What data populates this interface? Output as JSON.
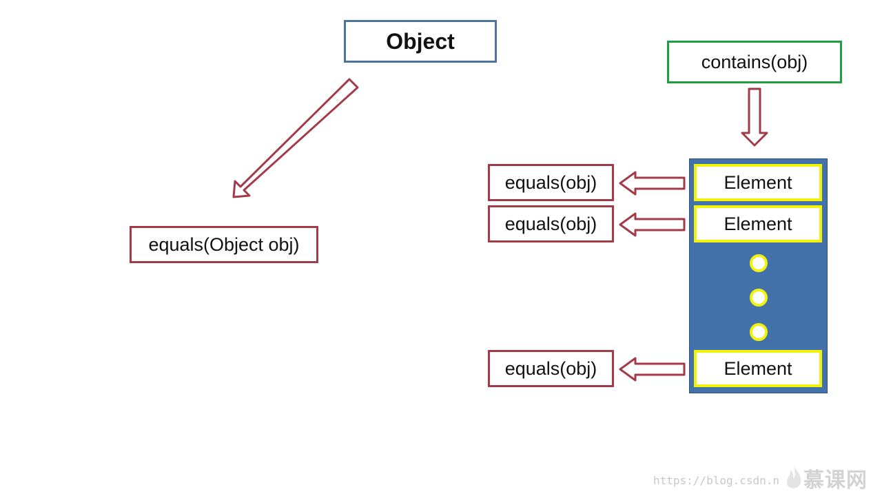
{
  "object_label": "Object",
  "contains_label": "contains(obj)",
  "equals_object_label": "equals(Object obj)",
  "equals_calls": [
    "equals(obj)",
    "equals(obj)",
    "equals(obj)"
  ],
  "elements": [
    "Element",
    "Element",
    "Element"
  ],
  "watermark": "https://blog.csdn.n",
  "logo_text": "慕课网",
  "colors": {
    "object_border": "#4a73a0",
    "contains_border": "#1e9e3e",
    "arrow_and_equals_border": "#a23a48",
    "collection_fill": "#4372aa",
    "element_border": "#f2f20a"
  }
}
